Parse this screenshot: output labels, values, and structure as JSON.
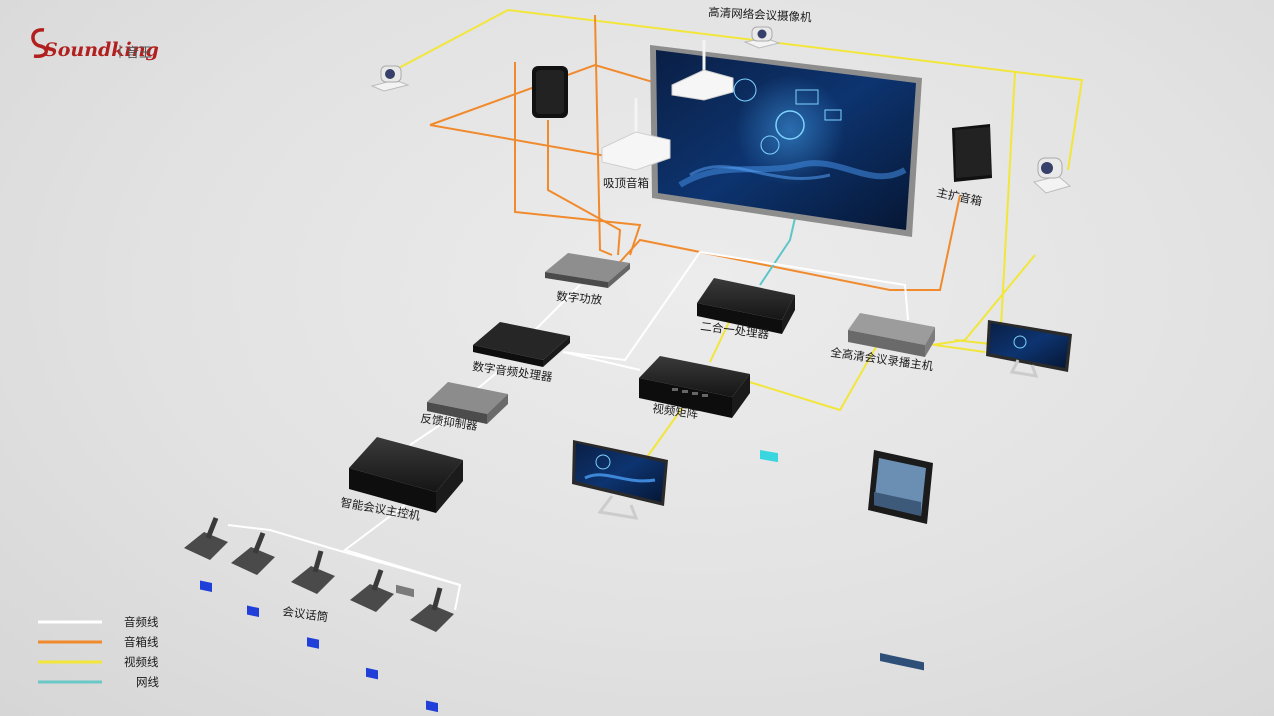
{
  "logo": {
    "brand": "Soundking",
    "brand_cn": "音王"
  },
  "labels": {
    "hd_camera": "高清网络会议摄像机",
    "ceiling_speaker": "吸顶音箱",
    "main_speaker": "主扩音箱",
    "digital_amp": "数字功放",
    "two_in_one": "二合一处理器",
    "digital_audio_processor": "数字音频处理器",
    "hd_recorder": "全高清会议录播主机",
    "video_matrix": "视频矩阵",
    "feedback_suppressor": "反馈抑制器",
    "conference_host": "智能会议主控机",
    "conference_mics": "会议话筒"
  },
  "legend": [
    {
      "label": "音频线",
      "color": "#ffffff"
    },
    {
      "label": "音箱线",
      "color": "#f08a2c"
    },
    {
      "label": "视频线",
      "color": "#f2e63a"
    },
    {
      "label": "网线",
      "color": "#6cc7c7"
    }
  ],
  "colors": {
    "audio": "#ffffff",
    "speaker": "#f08a2c",
    "video": "#f2e63a",
    "network": "#5cc6c8"
  }
}
